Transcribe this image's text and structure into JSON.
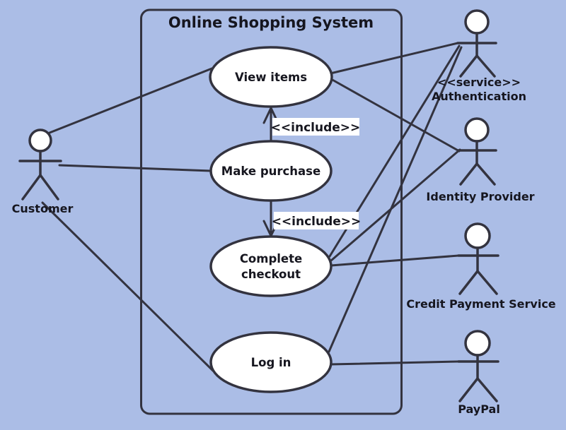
{
  "title": "Online Shopping System",
  "diagram_type": "uml-use-case",
  "colors": {
    "background": "#abbde6",
    "line": "#33333f",
    "node_fill": "#ffffff",
    "text": "#16161f",
    "include_label_background": "#ffffff"
  },
  "use_cases": [
    {
      "id": "view-items",
      "label": "View items"
    },
    {
      "id": "make-purchase",
      "label": "Make purchase"
    },
    {
      "id": "complete-checkout",
      "lines": [
        "Complete",
        "checkout"
      ]
    },
    {
      "id": "log-in",
      "label": "Log in"
    }
  ],
  "actors": [
    {
      "id": "customer",
      "label": "Customer"
    },
    {
      "id": "authentication",
      "stereotype": "<<service>>",
      "label": "Authentication"
    },
    {
      "id": "identity-provider",
      "label": "Identity Provider"
    },
    {
      "id": "credit-payment-service",
      "label": "Credit Payment Service"
    },
    {
      "id": "paypal",
      "label": "PayPal"
    }
  ],
  "edges": [
    {
      "from": "Customer",
      "to": "View items"
    },
    {
      "from": "Customer",
      "to": "Make purchase"
    },
    {
      "from": "Customer",
      "to": "Log in"
    },
    {
      "from": "Make purchase",
      "to": "View items",
      "stereotype": "<<include>>"
    },
    {
      "from": "Make purchase",
      "to": "Complete checkout",
      "stereotype": "<<include>>"
    },
    {
      "from": "View items",
      "to": "Authentication"
    },
    {
      "from": "View items",
      "to": "Identity Provider"
    },
    {
      "from": "Complete checkout",
      "to": "Authentication"
    },
    {
      "from": "Complete checkout",
      "to": "Identity Provider"
    },
    {
      "from": "Complete checkout",
      "to": "Credit Payment Service"
    },
    {
      "from": "Log in",
      "to": "Authentication"
    },
    {
      "from": "Log in",
      "to": "PayPal"
    }
  ]
}
